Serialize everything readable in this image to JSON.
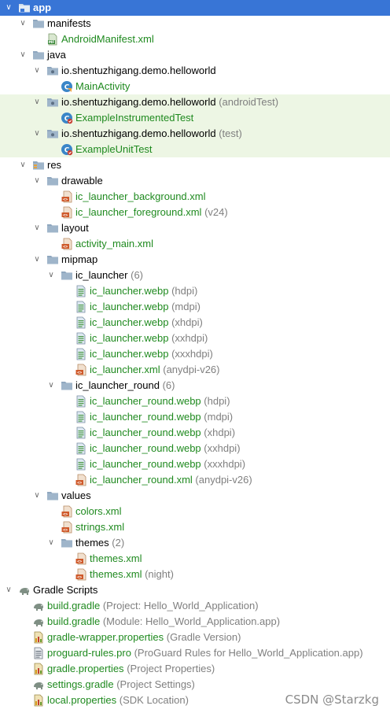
{
  "tree": [
    {
      "depth": 0,
      "chevron": "open",
      "icon": "module-folder-icon",
      "label": "app",
      "suffix": "",
      "style": "bold",
      "row": "selected"
    },
    {
      "depth": 1,
      "chevron": "open",
      "icon": "folder-icon",
      "label": "manifests",
      "suffix": "",
      "style": "",
      "row": ""
    },
    {
      "depth": 2,
      "chevron": "none",
      "icon": "manifest-file-icon",
      "label": "AndroidManifest.xml",
      "suffix": "",
      "style": "green",
      "row": ""
    },
    {
      "depth": 1,
      "chevron": "open",
      "icon": "folder-icon",
      "label": "java",
      "suffix": "",
      "style": "",
      "row": ""
    },
    {
      "depth": 2,
      "chevron": "open",
      "icon": "package-icon",
      "label": "io.shentuzhigang.demo.helloworld",
      "suffix": "",
      "style": "",
      "row": ""
    },
    {
      "depth": 3,
      "chevron": "none",
      "icon": "class-icon",
      "label": "MainActivity",
      "suffix": "",
      "style": "green",
      "row": ""
    },
    {
      "depth": 2,
      "chevron": "open",
      "icon": "package-icon",
      "label": "io.shentuzhigang.demo.helloworld",
      "suffix": "(androidTest)",
      "style": "",
      "row": "test"
    },
    {
      "depth": 3,
      "chevron": "none",
      "icon": "test-class-icon",
      "label": "ExampleInstrumentedTest",
      "suffix": "",
      "style": "green",
      "row": "test"
    },
    {
      "depth": 2,
      "chevron": "open",
      "icon": "package-icon",
      "label": "io.shentuzhigang.demo.helloworld",
      "suffix": "(test)",
      "style": "",
      "row": "test"
    },
    {
      "depth": 3,
      "chevron": "none",
      "icon": "test-class-icon",
      "label": "ExampleUnitTest",
      "suffix": "",
      "style": "green",
      "row": "test"
    },
    {
      "depth": 1,
      "chevron": "open",
      "icon": "res-folder-icon",
      "label": "res",
      "suffix": "",
      "style": "",
      "row": ""
    },
    {
      "depth": 2,
      "chevron": "open",
      "icon": "folder-icon",
      "label": "drawable",
      "suffix": "",
      "style": "",
      "row": ""
    },
    {
      "depth": 3,
      "chevron": "none",
      "icon": "xml-file-icon",
      "label": "ic_launcher_background.xml",
      "suffix": "",
      "style": "green",
      "row": ""
    },
    {
      "depth": 3,
      "chevron": "none",
      "icon": "xml-file-icon",
      "label": "ic_launcher_foreground.xml",
      "suffix": "(v24)",
      "style": "green",
      "row": ""
    },
    {
      "depth": 2,
      "chevron": "open",
      "icon": "folder-icon",
      "label": "layout",
      "suffix": "",
      "style": "",
      "row": ""
    },
    {
      "depth": 3,
      "chevron": "none",
      "icon": "xml-file-icon",
      "label": "activity_main.xml",
      "suffix": "",
      "style": "green",
      "row": ""
    },
    {
      "depth": 2,
      "chevron": "open",
      "icon": "folder-icon",
      "label": "mipmap",
      "suffix": "",
      "style": "",
      "row": ""
    },
    {
      "depth": 3,
      "chevron": "open",
      "icon": "folder-icon",
      "label": "ic_launcher",
      "suffix": "(6)",
      "style": "",
      "row": ""
    },
    {
      "depth": 4,
      "chevron": "none",
      "icon": "image-file-icon",
      "label": "ic_launcher.webp",
      "suffix": "(hdpi)",
      "style": "green",
      "row": ""
    },
    {
      "depth": 4,
      "chevron": "none",
      "icon": "image-file-icon",
      "label": "ic_launcher.webp",
      "suffix": "(mdpi)",
      "style": "green",
      "row": ""
    },
    {
      "depth": 4,
      "chevron": "none",
      "icon": "image-file-icon",
      "label": "ic_launcher.webp",
      "suffix": "(xhdpi)",
      "style": "green",
      "row": ""
    },
    {
      "depth": 4,
      "chevron": "none",
      "icon": "image-file-icon",
      "label": "ic_launcher.webp",
      "suffix": "(xxhdpi)",
      "style": "green",
      "row": ""
    },
    {
      "depth": 4,
      "chevron": "none",
      "icon": "image-file-icon",
      "label": "ic_launcher.webp",
      "suffix": "(xxxhdpi)",
      "style": "green",
      "row": ""
    },
    {
      "depth": 4,
      "chevron": "none",
      "icon": "xml-file-icon",
      "label": "ic_launcher.xml",
      "suffix": "(anydpi-v26)",
      "style": "green",
      "row": ""
    },
    {
      "depth": 3,
      "chevron": "open",
      "icon": "folder-icon",
      "label": "ic_launcher_round",
      "suffix": "(6)",
      "style": "",
      "row": ""
    },
    {
      "depth": 4,
      "chevron": "none",
      "icon": "image-file-icon",
      "label": "ic_launcher_round.webp",
      "suffix": "(hdpi)",
      "style": "green",
      "row": ""
    },
    {
      "depth": 4,
      "chevron": "none",
      "icon": "image-file-icon",
      "label": "ic_launcher_round.webp",
      "suffix": "(mdpi)",
      "style": "green",
      "row": ""
    },
    {
      "depth": 4,
      "chevron": "none",
      "icon": "image-file-icon",
      "label": "ic_launcher_round.webp",
      "suffix": "(xhdpi)",
      "style": "green",
      "row": ""
    },
    {
      "depth": 4,
      "chevron": "none",
      "icon": "image-file-icon",
      "label": "ic_launcher_round.webp",
      "suffix": "(xxhdpi)",
      "style": "green",
      "row": ""
    },
    {
      "depth": 4,
      "chevron": "none",
      "icon": "image-file-icon",
      "label": "ic_launcher_round.webp",
      "suffix": "(xxxhdpi)",
      "style": "green",
      "row": ""
    },
    {
      "depth": 4,
      "chevron": "none",
      "icon": "xml-file-icon",
      "label": "ic_launcher_round.xml",
      "suffix": "(anydpi-v26)",
      "style": "green",
      "row": ""
    },
    {
      "depth": 2,
      "chevron": "open",
      "icon": "folder-icon",
      "label": "values",
      "suffix": "",
      "style": "",
      "row": ""
    },
    {
      "depth": 3,
      "chevron": "none",
      "icon": "xml-file-icon",
      "label": "colors.xml",
      "suffix": "",
      "style": "green",
      "row": ""
    },
    {
      "depth": 3,
      "chevron": "none",
      "icon": "xml-file-icon",
      "label": "strings.xml",
      "suffix": "",
      "style": "green",
      "row": ""
    },
    {
      "depth": 3,
      "chevron": "open",
      "icon": "folder-icon",
      "label": "themes",
      "suffix": "(2)",
      "style": "",
      "row": ""
    },
    {
      "depth": 4,
      "chevron": "none",
      "icon": "xml-file-icon",
      "label": "themes.xml",
      "suffix": "",
      "style": "green",
      "row": ""
    },
    {
      "depth": 4,
      "chevron": "none",
      "icon": "xml-file-icon",
      "label": "themes.xml",
      "suffix": "(night)",
      "style": "green",
      "row": ""
    },
    {
      "depth": 0,
      "chevron": "open",
      "icon": "gradle-elephant-icon",
      "label": "Gradle Scripts",
      "suffix": "",
      "style": "",
      "row": ""
    },
    {
      "depth": 1,
      "chevron": "none",
      "icon": "gradle-elephant-icon",
      "label": "build.gradle",
      "suffix": "(Project: Hello_World_Application)",
      "style": "green",
      "row": ""
    },
    {
      "depth": 1,
      "chevron": "none",
      "icon": "gradle-elephant-icon",
      "label": "build.gradle",
      "suffix": "(Module: Hello_World_Application.app)",
      "style": "green",
      "row": ""
    },
    {
      "depth": 1,
      "chevron": "none",
      "icon": "properties-file-icon",
      "label": "gradle-wrapper.properties",
      "suffix": "(Gradle Version)",
      "style": "green",
      "row": ""
    },
    {
      "depth": 1,
      "chevron": "none",
      "icon": "text-file-icon",
      "label": "proguard-rules.pro",
      "suffix": "(ProGuard Rules for Hello_World_Application.app)",
      "style": "green",
      "row": ""
    },
    {
      "depth": 1,
      "chevron": "none",
      "icon": "properties-file-icon",
      "label": "gradle.properties",
      "suffix": "(Project Properties)",
      "style": "green",
      "row": ""
    },
    {
      "depth": 1,
      "chevron": "none",
      "icon": "gradle-elephant-icon",
      "label": "settings.gradle",
      "suffix": "(Project Settings)",
      "style": "green",
      "row": ""
    },
    {
      "depth": 1,
      "chevron": "none",
      "icon": "properties-file-icon",
      "label": "local.properties",
      "suffix": "(SDK Location)",
      "style": "green",
      "row": ""
    }
  ],
  "watermark": "CSDN @Starzkg",
  "colors": {
    "selected": "#3875d6",
    "test_row": "#edf6e4",
    "green_text": "#1f8a1f",
    "suffix_text": "#7f7f7f"
  }
}
